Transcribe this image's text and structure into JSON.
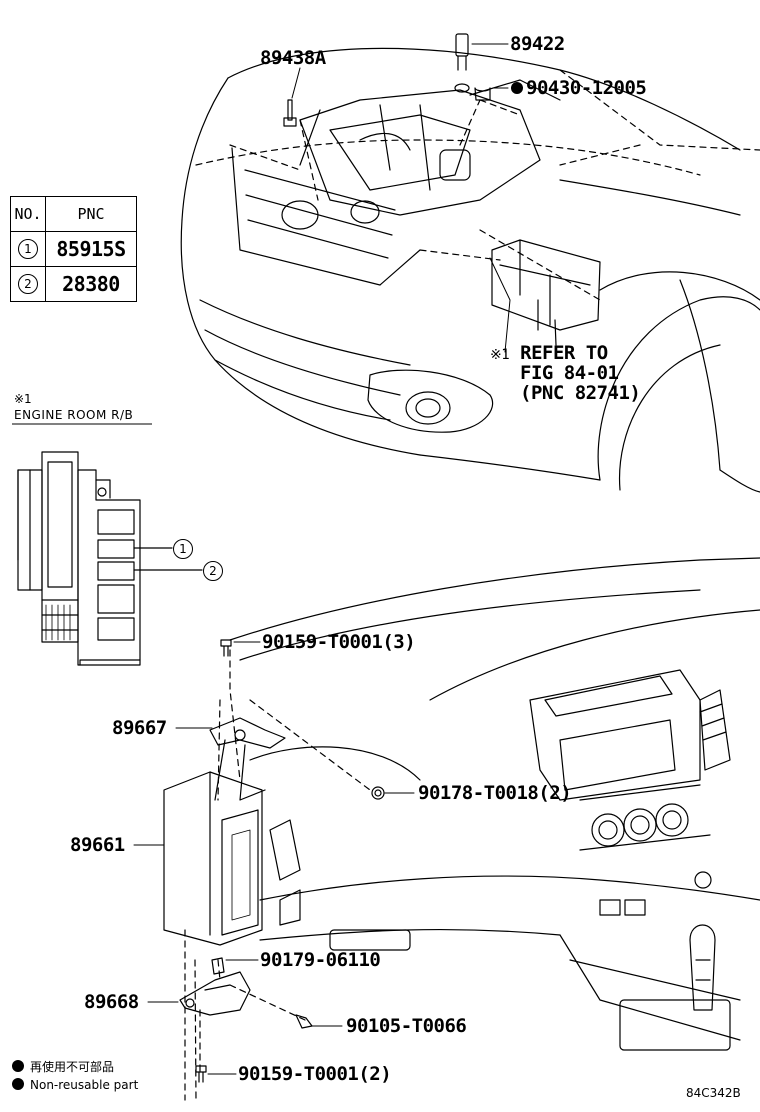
{
  "parts": {
    "p89438A": "89438A",
    "p89422": "89422",
    "p90430": "90430-12005",
    "p89667": "89667",
    "p89661": "89661",
    "p89668": "89668",
    "p90159a": "90159-T0001(3)",
    "p90178": "90178-T0018(2)",
    "p90179": "90179-06110",
    "p90105": "90105-T0066",
    "p90159b": "90159-T0001(2)"
  },
  "refer": {
    "mark": "※1",
    "line1": "REFER TO",
    "line2": "FIG 84-01",
    "line3": "(PNC 82741)"
  },
  "inset": {
    "mark": "※1",
    "title": "ENGINE ROOM R/B",
    "callout1": "1",
    "callout2": "2"
  },
  "pnc_table": {
    "header_no": "NO.",
    "header_pnc": "PNC",
    "rows": [
      {
        "no": "1",
        "pnc": "85915S"
      },
      {
        "no": "2",
        "pnc": "28380"
      }
    ]
  },
  "legend": {
    "jp": "再使用不可部品",
    "en": "Non-reusable part"
  },
  "figure_code": "84C342B"
}
